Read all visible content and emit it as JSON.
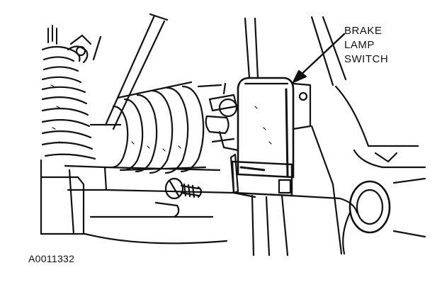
{
  "diagram": {
    "callout": {
      "line1": "BRAKE",
      "line2": "LAMP",
      "line3": "SWITCH"
    },
    "figure_id": "A0011332",
    "ink_color": "#111111",
    "background_color": "#ffffff"
  }
}
